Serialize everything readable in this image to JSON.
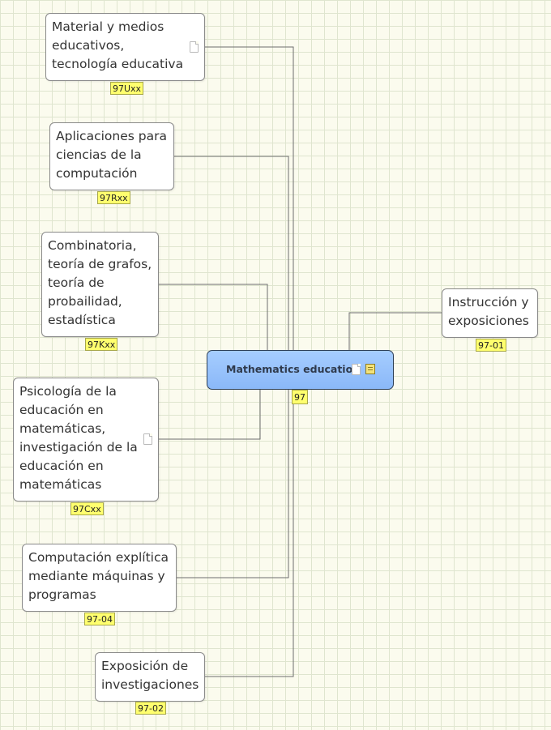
{
  "center": {
    "title": "Mathematics education",
    "code": "97"
  },
  "nodes": [
    {
      "id": "material",
      "label": "Material y medios\neducativos,\ntecnología educativa",
      "code": "97Uxx",
      "has_doc": true
    },
    {
      "id": "aplicaciones",
      "label": "Aplicaciones para\nciencias de la\ncomputación",
      "code": "97Rxx",
      "has_doc": false
    },
    {
      "id": "combinatoria",
      "label": "Combinatoria,\nteoría de grafos,\nteoría de\nprobailidad,\nestadística",
      "code": "97Kxx",
      "has_doc": false
    },
    {
      "id": "psicologia",
      "label": "Psicología de la\neducación en\nmatemáticas,\ninvestigación de la\neducación en\nmatemáticas",
      "code": "97Cxx",
      "has_doc": true
    },
    {
      "id": "computacion",
      "label": "Computación explítica\nmediante máquinas y\nprogramas",
      "code": "97-04",
      "has_doc": false
    },
    {
      "id": "exposicion",
      "label": "Exposición de\ninvestigaciones",
      "code": "97-02",
      "has_doc": false
    },
    {
      "id": "instruccion",
      "label": "Instrucción y\nexposiciones",
      "code": "97-01",
      "has_doc": false
    }
  ]
}
